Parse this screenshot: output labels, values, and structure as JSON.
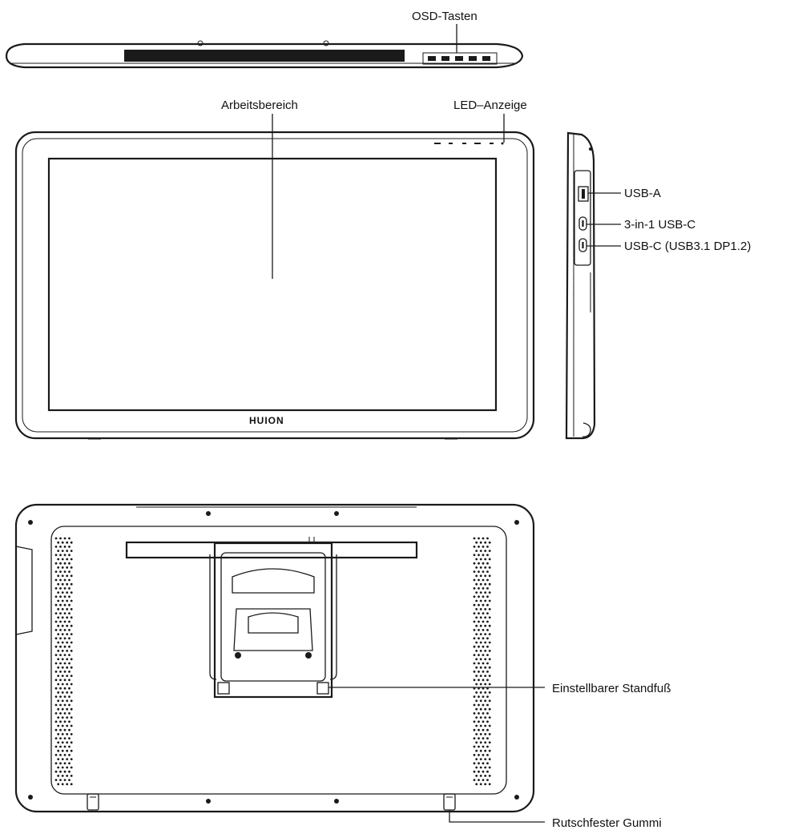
{
  "labels": {
    "osd_buttons": "OSD-Tasten",
    "work_area": "Arbeitsbereich",
    "led_indicator": "LED–Anzeige",
    "usb_a": "USB-A",
    "usb_c_3in1": "3-in-1 USB-C",
    "usb_c_dp": "USB-C (USB3.1 DP1.2)",
    "stand": "Einstellbarer Standfuß",
    "rubber_feet": "Rutschfester Gummi"
  },
  "brand": "HUION",
  "colors": {
    "line": "#1a1a1a",
    "background": "#ffffff"
  }
}
